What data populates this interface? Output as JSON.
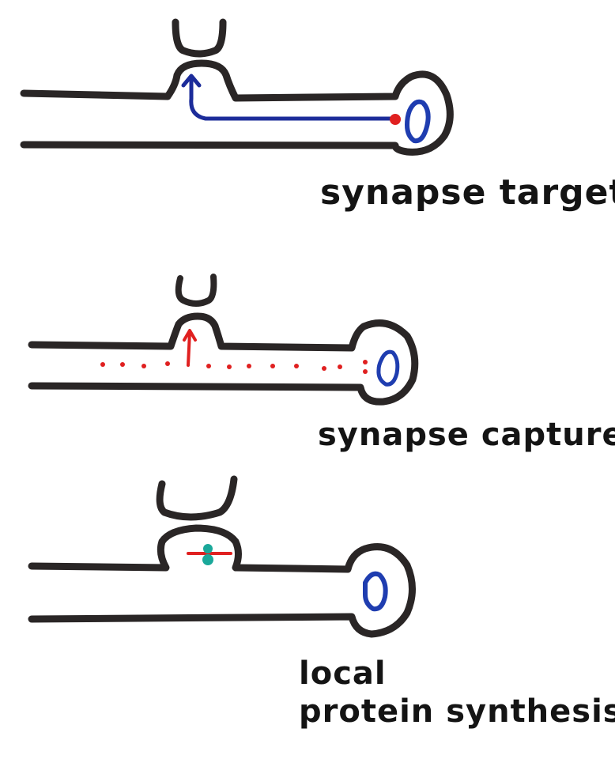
{
  "panels": [
    {
      "label": "synapse target"
    },
    {
      "label": "synapse capture"
    },
    {
      "label_lines": [
        "local",
        "protein synthesis"
      ]
    }
  ],
  "colors": {
    "membrane": "#2a2626",
    "nucleus": "#1f3db0",
    "transport": "#1c2c9a",
    "mrna": "#e02020",
    "protein": "#1aa89a"
  }
}
